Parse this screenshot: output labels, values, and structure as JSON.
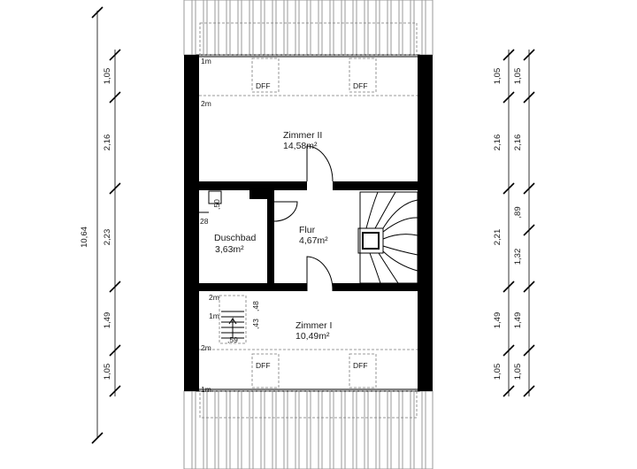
{
  "rooms": {
    "zimmer2": {
      "name": "Zimmer II",
      "area": "14,58m²"
    },
    "flur": {
      "name": "Flur",
      "area": "4,67m²"
    },
    "duschbad": {
      "name": "Duschbad",
      "area": "3,63m²"
    },
    "zimmer1": {
      "name": "Zimmer I",
      "area": "10,49m²"
    }
  },
  "skylights": {
    "label": "DFF"
  },
  "height_marks": {
    "one_m": "1m",
    "two_m": "2m"
  },
  "small_dims": {
    "d50": ",50",
    "d28": "28",
    "d48": ",48",
    "d43": ",43",
    "d59": ",59"
  },
  "dims_left": {
    "total": "10,64",
    "seg1": "1,05",
    "seg2": "2,16",
    "seg3": "2,23",
    "seg4": "1,49",
    "seg5": "1,05"
  },
  "dims_right_outer": {
    "seg1": "1,05",
    "seg2": "2,16",
    "seg3": "2,21",
    "seg4": "1,49",
    "seg5": "1,05"
  },
  "dims_right_inner": {
    "seg1": "1,05",
    "seg2": "2,16",
    "seg3a": ",89",
    "seg3b": "1,32",
    "seg4": "1,49",
    "seg5": "1,05"
  }
}
